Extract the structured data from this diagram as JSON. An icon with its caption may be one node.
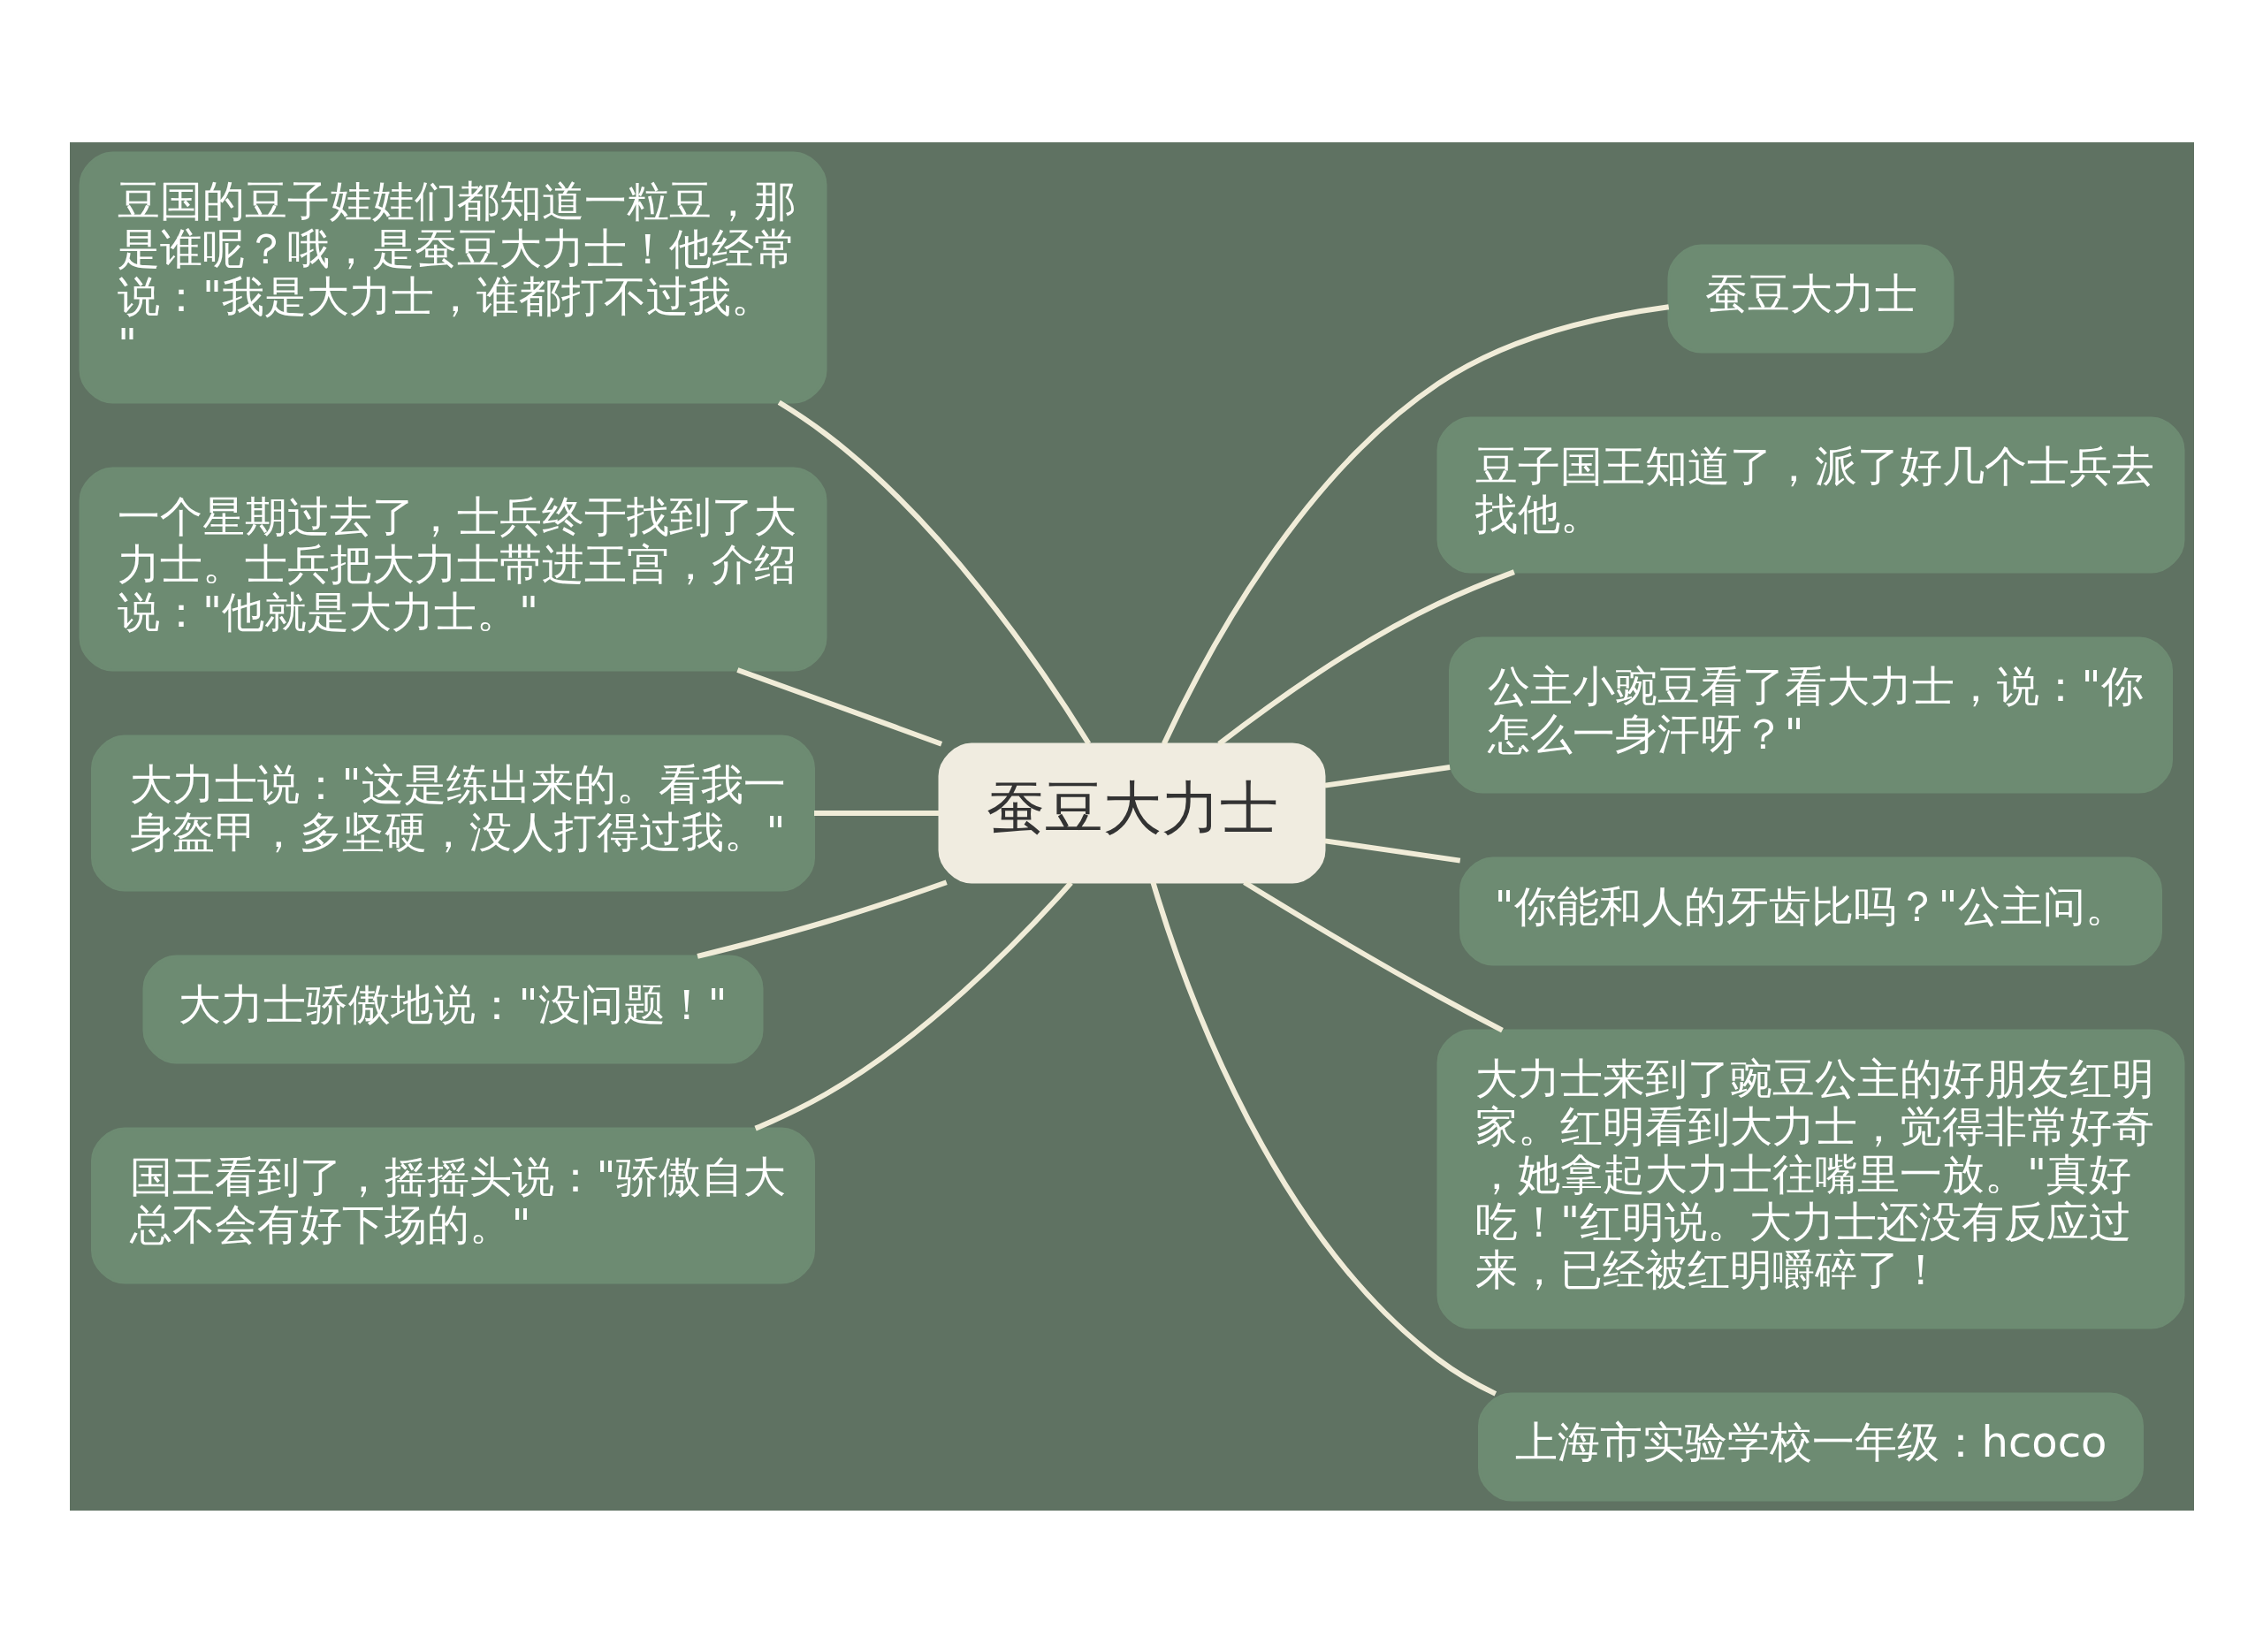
{
  "diagram": {
    "nodes": [
      {
        "text": [
          "蚕豆大力士"
        ]
      },
      {
        "text": [
          "蚕豆大力士"
        ]
      },
      {
        "text": [
          "豆子国王知道了，派了好几个士兵去找他。"
        ]
      },
      {
        "text": [
          "公主小豌豆看了看大力士，说：\"你怎么一身汗呀？\""
        ]
      },
      {
        "text": [
          "\"你能和人的牙齿比吗？\"公主问。"
        ]
      },
      {
        "text": [
          "大力士来到了豌豆公主的好朋友红明家。红明看到大力士，觉得非常好奇，她拿起大力士往嘴里一放。\"真好吃！\"红明说。大力士还没有反应过来，已经被红明嚼碎了！"
        ]
      },
      {
        "text": [
          "上海市实验学校一年级：hcoco"
        ]
      },
      {
        "text": [
          "豆国的豆子娃娃们都知道一粒豆，那是谁呢？哦，是蚕豆大力士！他经常说：\"我是大力士，谁都打不过我。\""
        ]
      },
      {
        "text": [
          "一个星期过去了，士兵终于找到了大力士。士兵把大力士带进王宫，介绍说：\"他就是大力士。\""
        ]
      },
      {
        "text": [
          "大力士说：\"这是练出来的。看我一身盔甲，多坚硬，没人打得过我。\""
        ]
      },
      {
        "text": [
          "大力士骄傲地说：\"没问题！\""
        ]
      },
      {
        "text": [
          "国王看到了，摇摇头说：\"骄傲自大总不会有好下场的。\""
        ]
      }
    ],
    "edges": [
      {
        "from": 0,
        "to": 1,
        "arrow": "none"
      },
      {
        "from": 0,
        "to": 2,
        "arrow": "none"
      },
      {
        "from": 0,
        "to": 3,
        "arrow": "none"
      },
      {
        "from": 0,
        "to": 4,
        "arrow": "none"
      },
      {
        "from": 0,
        "to": 5,
        "arrow": "none"
      },
      {
        "from": 0,
        "to": 6,
        "arrow": "none"
      },
      {
        "from": 7,
        "to": 0,
        "arrow": "none"
      },
      {
        "from": 8,
        "to": 0,
        "arrow": "none"
      },
      {
        "from": 9,
        "to": 0,
        "arrow": "none"
      },
      {
        "from": 10,
        "to": 0,
        "arrow": "none"
      },
      {
        "from": 11,
        "to": 0,
        "arrow": "none"
      }
    ]
  }
}
